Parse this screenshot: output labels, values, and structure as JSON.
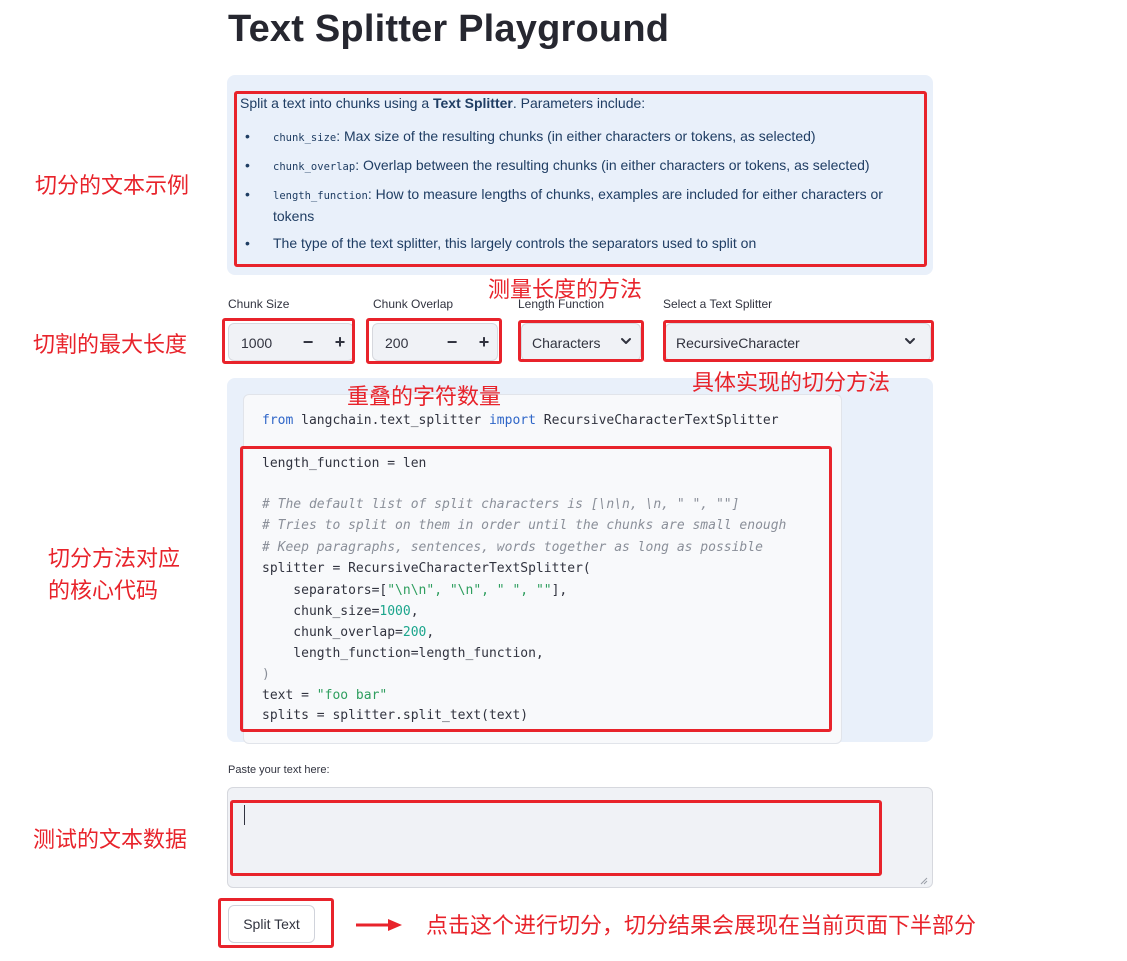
{
  "page": {
    "title": "Text Splitter Playground"
  },
  "info": {
    "intro_prefix": "Split a text into chunks using a ",
    "intro_bold": "Text Splitter",
    "intro_suffix": ". Parameters include:",
    "items": [
      {
        "code": "chunk_size",
        "text": ": Max size of the resulting chunks (in either characters or tokens, as selected)"
      },
      {
        "code": "chunk_overlap",
        "text": ": Overlap between the resulting chunks (in either characters or tokens, as selected)"
      },
      {
        "code": "length_function",
        "text": ": How to measure lengths of chunks, examples are included for either characters or tokens"
      },
      {
        "code": "",
        "text": "The type of the text splitter, this largely controls the separators used to split on"
      }
    ]
  },
  "controls": {
    "chunk_size": {
      "label": "Chunk Size",
      "value": "1000",
      "minus": "−",
      "plus": "+"
    },
    "chunk_overlap": {
      "label": "Chunk Overlap",
      "value": "200",
      "minus": "−",
      "plus": "+"
    },
    "length_function": {
      "label": "Length Function",
      "value": "Characters"
    },
    "splitter": {
      "label": "Select a Text Splitter",
      "value": "RecursiveCharacter"
    }
  },
  "code": {
    "l1_kw1": "from",
    "l1_mod": " langchain.text_splitter ",
    "l1_kw2": "import",
    "l1_cls": " RecursiveCharacterTextSplitter",
    "l2": "length_function = len",
    "l3": "# The default list of split characters is [\\n\\n, \\n, \" \", \"\"]",
    "l4": "# Tries to split on them in order until the chunks are small enough",
    "l5": "# Keep paragraphs, sentences, words together as long as possible",
    "l6": "splitter = RecursiveCharacterTextSplitter(",
    "l7_a": "    separators=[",
    "l7_s": "\"\\n\\n\", \"\\n\", \" \", \"\"",
    "l7_b": "],",
    "l8_a": "    chunk_size=",
    "l8_n": "1000",
    "l8_b": ",",
    "l9_a": "    chunk_overlap=",
    "l9_n": "200",
    "l9_b": ",",
    "l10": "    length_function=length_function,",
    "l11": ")",
    "l12_a": "text = ",
    "l12_s": "\"foo bar\"",
    "l13": "splits = splitter.split_text(text)"
  },
  "input": {
    "label": "Paste your text here:",
    "value": ""
  },
  "button": {
    "label": "Split Text"
  },
  "annotations": {
    "a1": "切分的文本示例",
    "a2": "测量长度的方法",
    "a3": "切割的最大长度",
    "a4": "具体实现的切分方法",
    "a5": "重叠的字符数量",
    "a6_l1": "切分方法对应",
    "a6_l2": "的核心代码",
    "a7": "测试的文本数据",
    "a8": "点击这个进行切分，切分结果会展现在当前页面下半部分"
  },
  "colors": {
    "annotation_red": "#e8232b",
    "info_bg": "#e9f0fa"
  }
}
